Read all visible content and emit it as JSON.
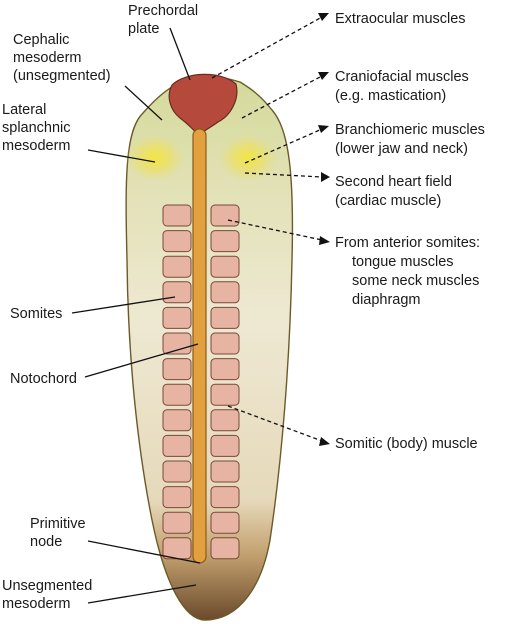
{
  "labels_left": {
    "prechordal_plate": [
      "Prechordal",
      "plate"
    ],
    "cephalic_mesoderm": [
      "Cephalic",
      "mesoderm",
      "(unsegmented)"
    ],
    "lateral_splanchnic_mesoderm": [
      "Lateral",
      "splanchnic",
      "mesoderm"
    ],
    "somites": [
      "Somites"
    ],
    "notochord": [
      "Notochord"
    ],
    "primitive_node": [
      "Primitive",
      "node"
    ],
    "unsegmented_mesoderm": [
      "Unsegmented",
      "mesoderm"
    ]
  },
  "labels_right": {
    "extraocular": [
      "Extraocular muscles"
    ],
    "craniofacial": [
      "Craniofacial muscles",
      "(e.g. mastication)"
    ],
    "branchiomeric": [
      "Branchiomeric muscles",
      "(lower jaw and neck)"
    ],
    "second_heart_field": [
      "Second heart field",
      "(cardiac muscle)"
    ],
    "anterior_somites": [
      "From anterior somites:",
      "tongue muscles",
      "some neck muscles",
      "diaphragm"
    ],
    "somitic": [
      "Somitic (body) muscle"
    ]
  },
  "somite_pairs": 14,
  "colors": {
    "body_top": "#d3d99a",
    "body_mid": "#ece6cc",
    "body_bottom": "#6b4a2c",
    "outline": "#6b5a2a",
    "prechordal_plate": "#b5493c",
    "notochord": "#e2a13e",
    "somite": "#e7b3a3",
    "splanchnic_glow": "#f2e23a"
  }
}
